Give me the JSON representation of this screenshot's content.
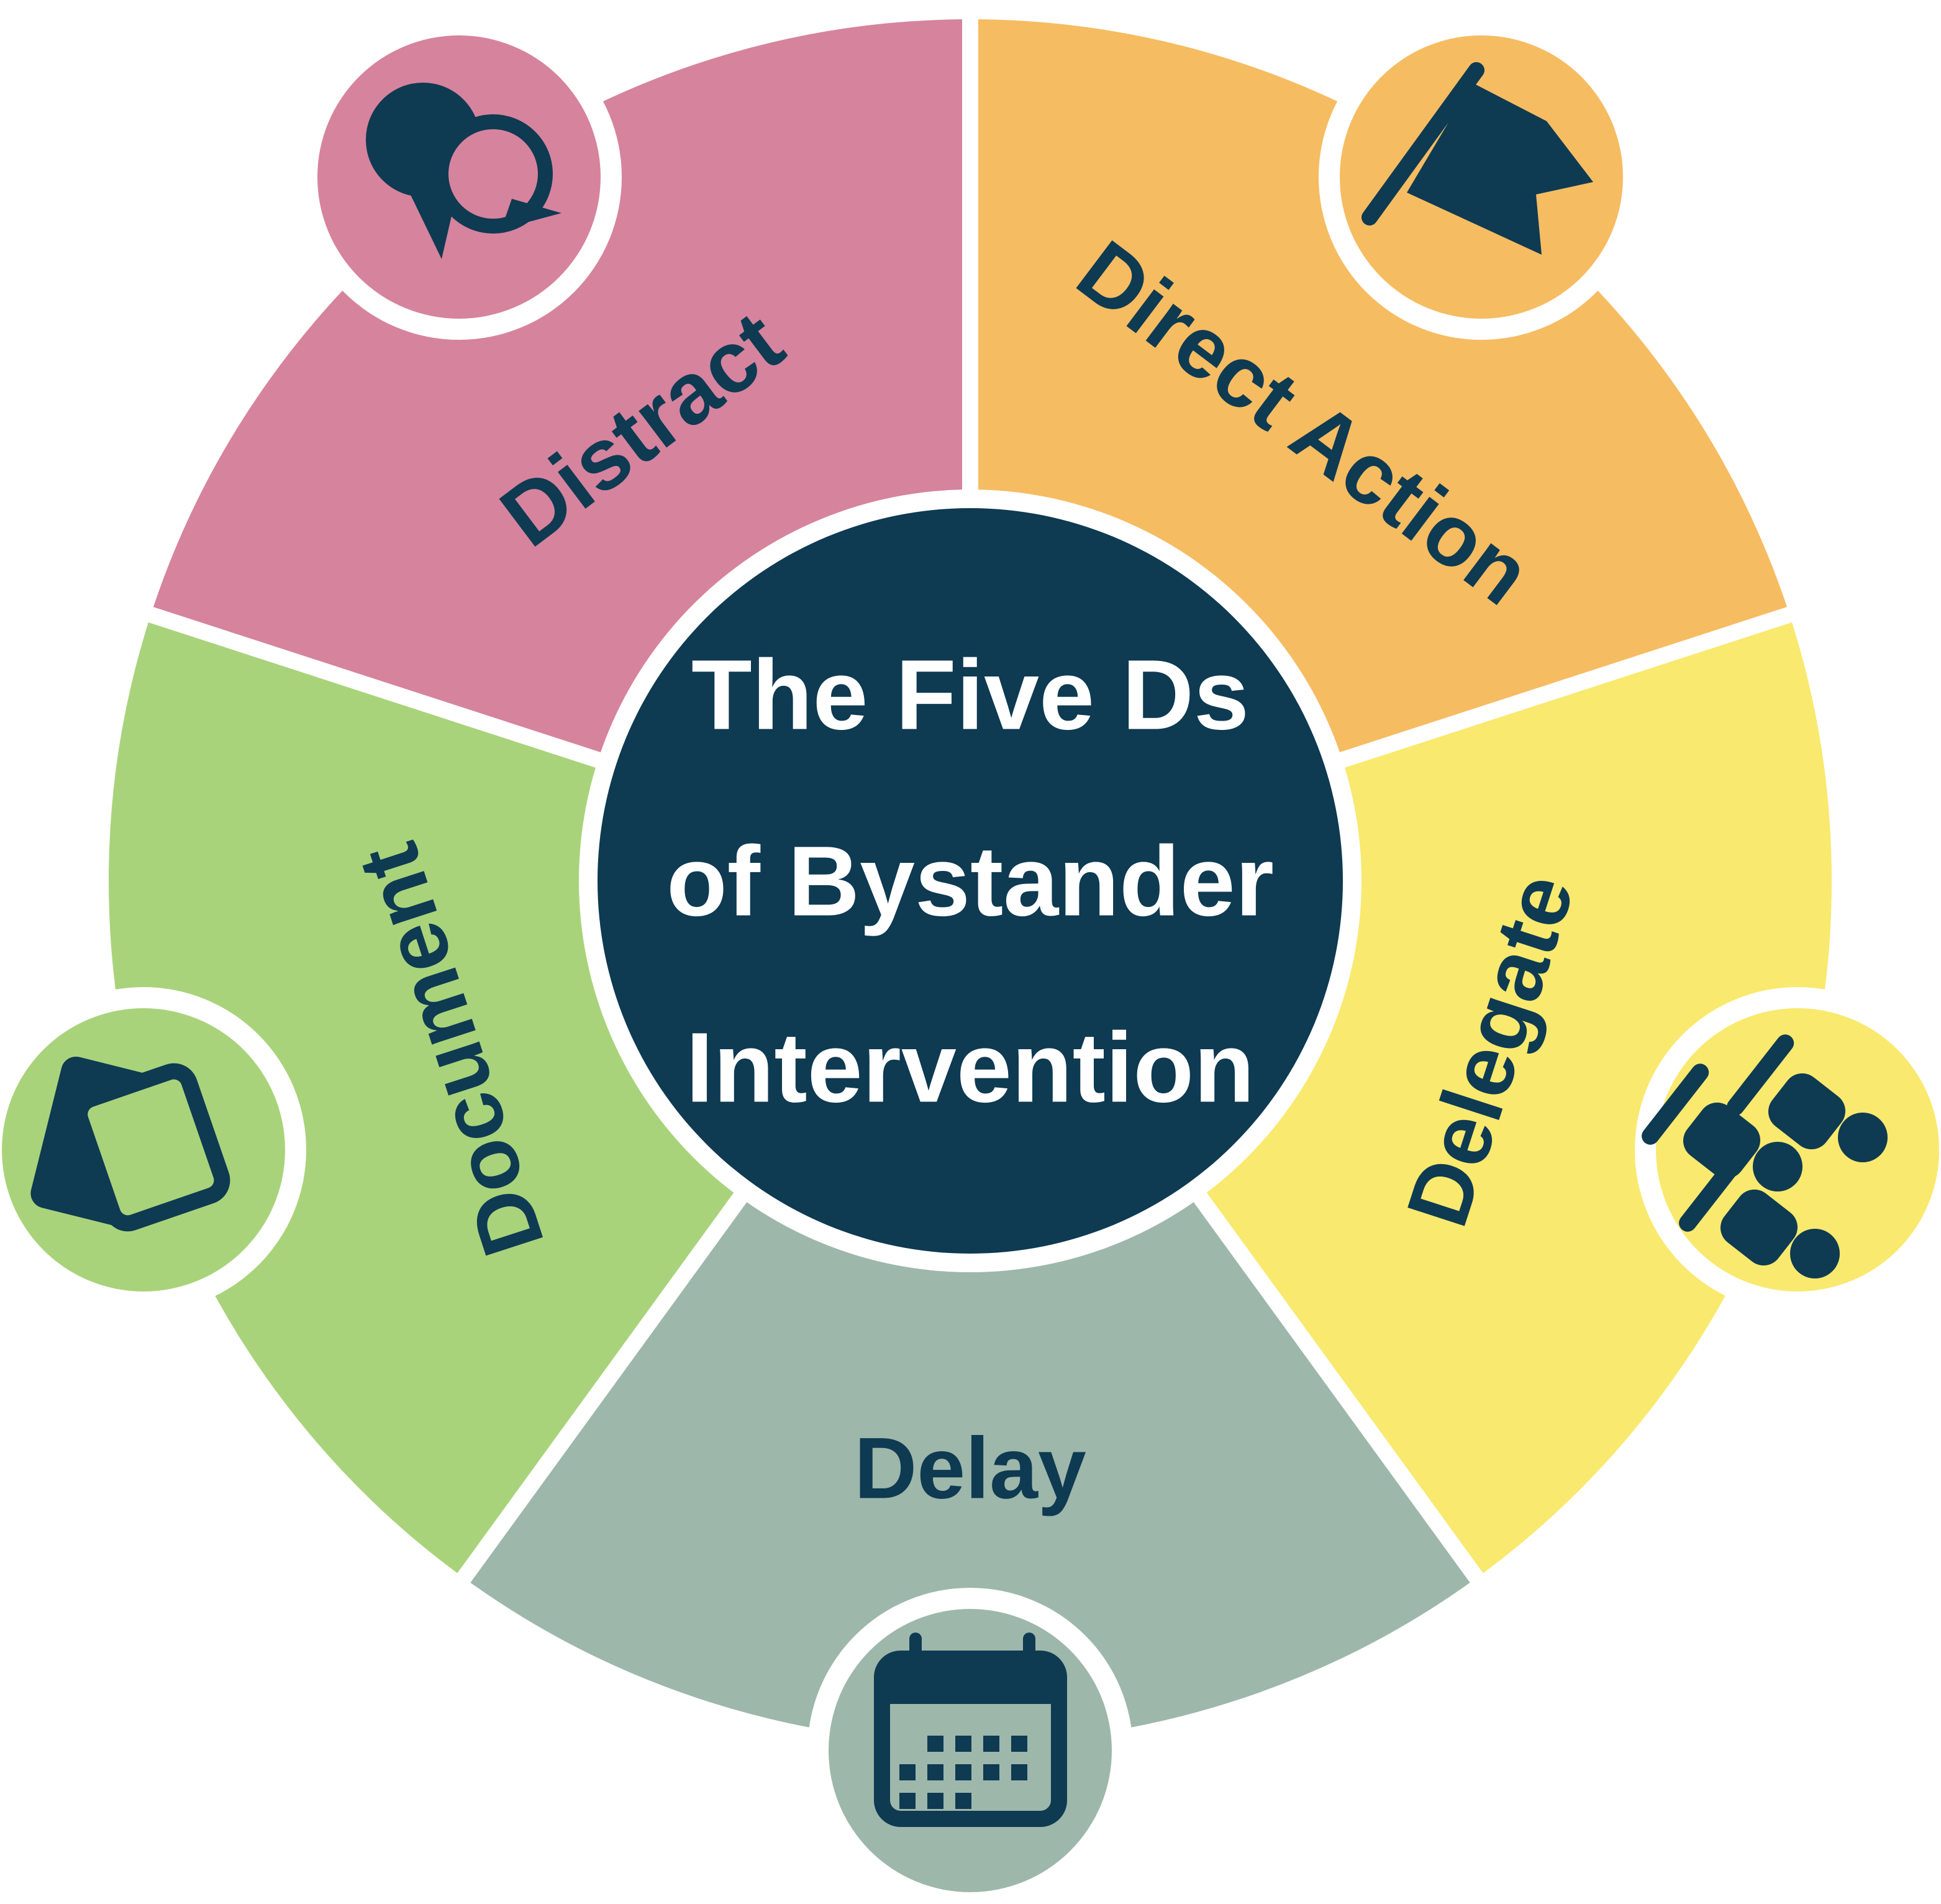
{
  "page": {
    "background": "#ffffff"
  },
  "center": {
    "line1": "The Five Ds",
    "line2": "of Bystander",
    "line3": "Intervention",
    "bg_color": "#0e3a52",
    "ring_color": "#ffffff",
    "text_color": "#ffffff"
  },
  "label_color": "#0e3a52",
  "icon_color": "#0e3a52",
  "segments": [
    {
      "label": "Direct Action",
      "color": "#f6bc62",
      "icon": "flag-icon"
    },
    {
      "label": "Delegate",
      "color": "#f9e96e",
      "icon": "team-icon"
    },
    {
      "label": "Delay",
      "color": "#9eb7ab",
      "icon": "calendar-icon"
    },
    {
      "label": "Document",
      "color": "#a9d37b",
      "icon": "documents-icon"
    },
    {
      "label": "Distract",
      "color": "#d6839e",
      "icon": "speech-bubbles-icon"
    }
  ]
}
